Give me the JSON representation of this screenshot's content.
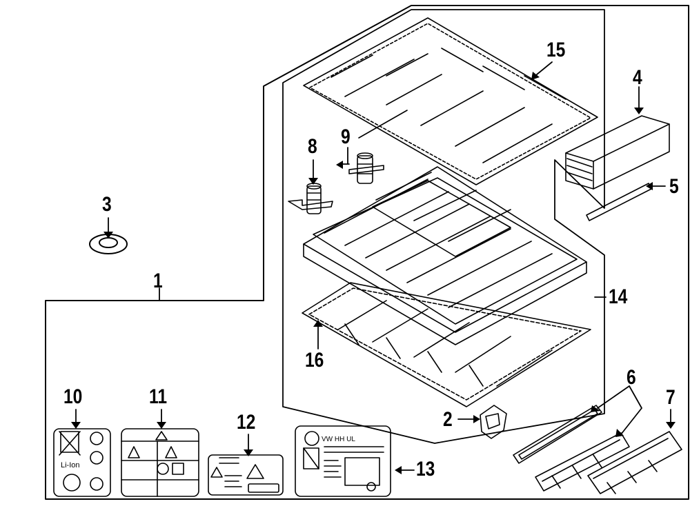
{
  "diagram": {
    "callouts": {
      "n1": "1",
      "n2": "2",
      "n3": "3",
      "n4": "4",
      "n5": "5",
      "n6": "6",
      "n7": "7",
      "n8": "8",
      "n9": "9",
      "n10": "10",
      "n11": "11",
      "n12": "12",
      "n13": "13",
      "n14": "14",
      "n15": "15",
      "n16": "16"
    },
    "label_texts": {
      "li_ion": "Li-Ion",
      "vw_header": "VW HH UL"
    }
  }
}
